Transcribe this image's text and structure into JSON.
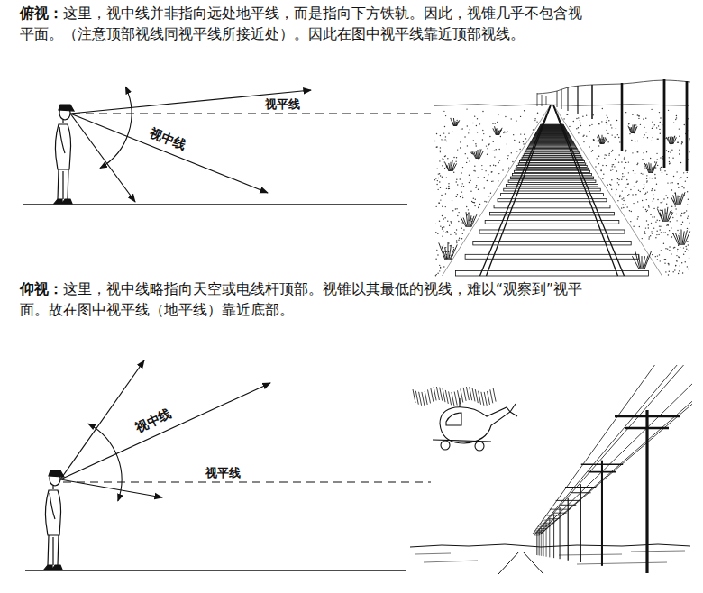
{
  "diagram": {
    "labels": [
      "俯视：",
      "这里，视中线并非指向远处地平线，而是指向下方铁轨。因此，视锥几乎不包含视平面。（注意顶部视线同视平线所接近处）。因此在图中视平线靠近顶部视线。",
      "视平线",
      "视中线",
      "仰视：",
      "这里，视中线略指向天空或电线杆顶部。视锥以其最低的视线，难以“观察到”视平面。故在图中视平线（地平线）靠近底部。",
      "视中线",
      "视平线"
    ]
  }
}
